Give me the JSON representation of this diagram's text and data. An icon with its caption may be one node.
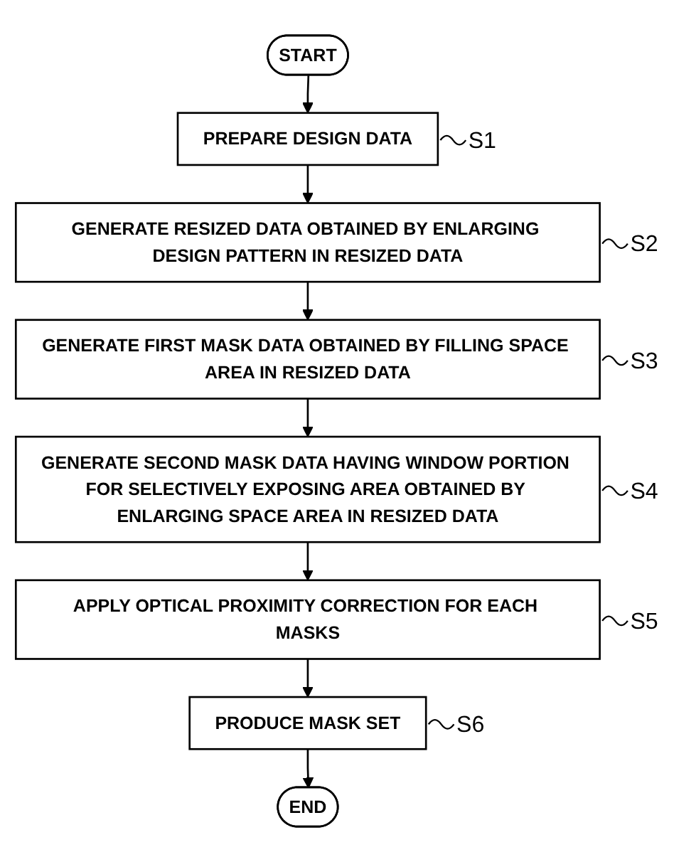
{
  "diagram": {
    "nodes": [
      {
        "text": [
          "START"
        ]
      },
      {
        "text": [
          "PREPARE DESIGN DATA"
        ],
        "beside": [
          "S1"
        ]
      },
      {
        "text": [
          "GENERATE RESIZED DATA OBTAINED BY ENLARGING DESIGN PATTERN IN RESIZED DATA"
        ],
        "beside": [
          "S2"
        ]
      },
      {
        "text": [
          "GENERATE FIRST MASK DATA OBTAINED BY FILLING SPACE AREA IN RESIZED DATA"
        ],
        "beside": [
          "S3"
        ]
      },
      {
        "text": [
          "GENERATE SECOND MASK DATA HAVING WINDOW PORTION FOR SELECTIVELY EXPOSING AREA OBTAINED BY ENLARGING SPACE AREA IN RESIZED DATA"
        ],
        "beside": [
          "S4"
        ]
      },
      {
        "text": [
          "APPLY OPTICAL PROXIMITY CORRECTION FOR EACH MASKS"
        ],
        "beside": [
          "S5"
        ]
      },
      {
        "text": [
          "PRODUCE MASK SET"
        ],
        "beside": [
          "S6"
        ]
      },
      {
        "text": [
          "END"
        ]
      }
    ],
    "edges": [
      {
        "from": 0,
        "to": 1,
        "arrow": "to"
      },
      {
        "from": 1,
        "to": 2,
        "arrow": "to"
      },
      {
        "from": 2,
        "to": 3,
        "arrow": "to"
      },
      {
        "from": 3,
        "to": 4,
        "arrow": "to"
      },
      {
        "from": 4,
        "to": 5,
        "arrow": "to"
      },
      {
        "from": 5,
        "to": 6,
        "arrow": "to"
      },
      {
        "from": 6,
        "to": 7,
        "arrow": "to"
      }
    ]
  }
}
